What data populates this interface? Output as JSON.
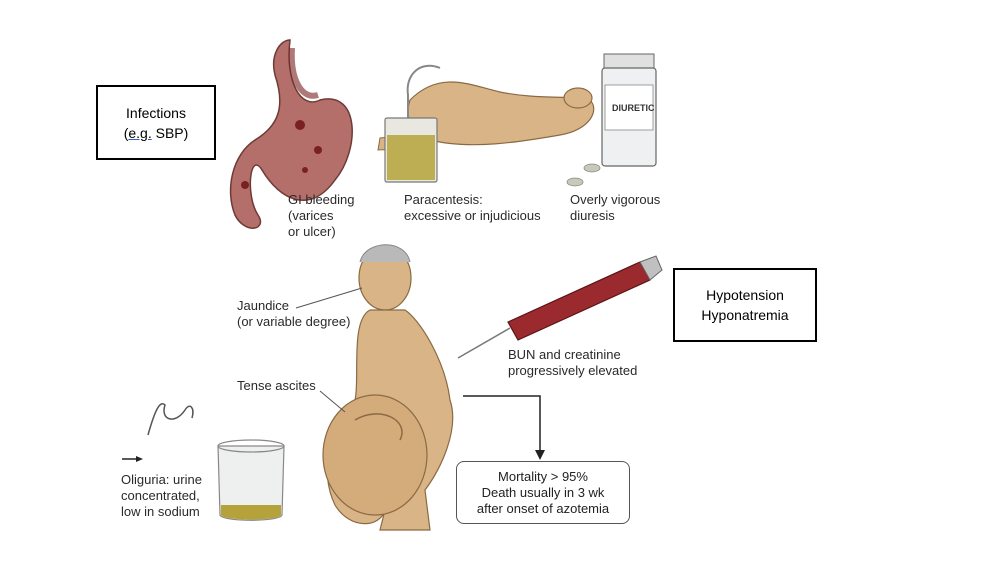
{
  "boxes": {
    "infections_line1": "Infections",
    "infections_eg": "e.g.",
    "infections_rest": " SBP)",
    "infections_open": "(",
    "hypotension": "Hypotension",
    "hyponatremia": "Hyponatremia"
  },
  "labels": {
    "gi_bleeding": [
      "GI bleeding",
      "(varices",
      "or ulcer)"
    ],
    "paracentesis": [
      "Paracentesis:",
      "excessive or injudicious"
    ],
    "diuresis": [
      "Overly vigorous",
      "diuresis"
    ],
    "jaundice": [
      "Jaundice",
      "(or variable degree)"
    ],
    "ascites": "Tense ascites",
    "bun": [
      "BUN and creatinine",
      "progressively elevated"
    ],
    "oliguria": [
      "Oliguria: urine",
      "concentrated,",
      "low in sodium"
    ],
    "diuretic_bottle": "DIURETIC"
  },
  "mortality": [
    "Mortality > 95%",
    "Death usually in 3 wk",
    "after onset of azotemia"
  ],
  "colors": {
    "blood": "#7a1f22",
    "stomach": "#b56f6a",
    "skin": "#d9b486",
    "fluid": "#b5a23a",
    "border": "#000000"
  },
  "icons": [
    "stomach-illustration",
    "patient-lying-illustration",
    "diuretic-bottle-illustration",
    "patient-standing-illustration",
    "syringe-illustration",
    "urine-beaker-illustration",
    "signature"
  ]
}
